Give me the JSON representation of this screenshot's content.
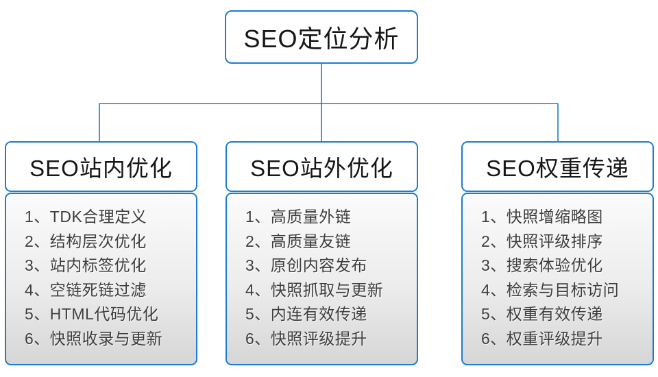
{
  "colors": {
    "accent": "#1b7cd0",
    "header_text": "#161616",
    "item_text": "#3d3d3d"
  },
  "root_node": {
    "label": "SEO定位分析"
  },
  "branches": [
    {
      "header": "SEO站内优化",
      "items": [
        "1、TDK合理定义",
        "2、结构层次优化",
        "3、站内标签优化",
        "4、空链死链过滤",
        "5、HTML代码优化",
        "6、快照收录与更新"
      ]
    },
    {
      "header": "SEO站外优化",
      "items": [
        "1、高质量外链",
        "2、高质量友链",
        "3、原创内容发布",
        "4、快照抓取与更新",
        "5、内连有效传递",
        "6、快照评级提升"
      ]
    },
    {
      "header": "SEO权重传递",
      "items": [
        "1、快照增缩略图",
        "2、快照评级排序",
        "3、搜索体验优化",
        "4、检索与目标访问",
        "5、权重有效传递",
        "6、权重评级提升"
      ]
    }
  ]
}
